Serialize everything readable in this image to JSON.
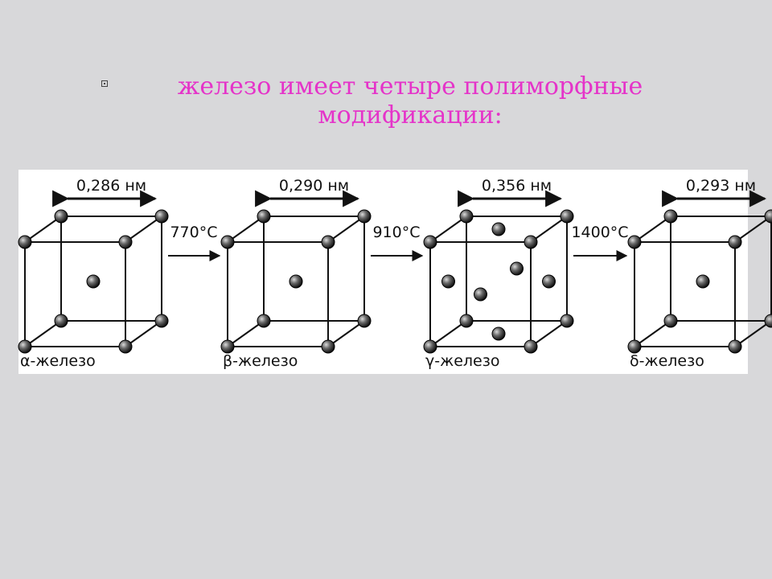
{
  "slide": {
    "bullet_icon": "square-bullet-icon",
    "title_line1": "железо имеет четыре полиморфные",
    "title_line2": "модификации:",
    "title_color": "#e533c9"
  },
  "figure": {
    "cells": [
      {
        "dimension": "0,286 нм",
        "name": "α-железо",
        "lattice": "body-centered cubic"
      },
      {
        "dimension": "0,290 нм",
        "name": "β-железо",
        "lattice": "body-centered cubic"
      },
      {
        "dimension": "0,356 нм",
        "name": "γ-железо",
        "lattice": "face-centered cubic"
      },
      {
        "dimension": "0,293 нм",
        "name": "δ-железо",
        "lattice": "body-centered cubic"
      }
    ],
    "transitions": [
      {
        "temperature": "770°С"
      },
      {
        "temperature": "910°С"
      },
      {
        "temperature": "1400°С"
      }
    ]
  }
}
